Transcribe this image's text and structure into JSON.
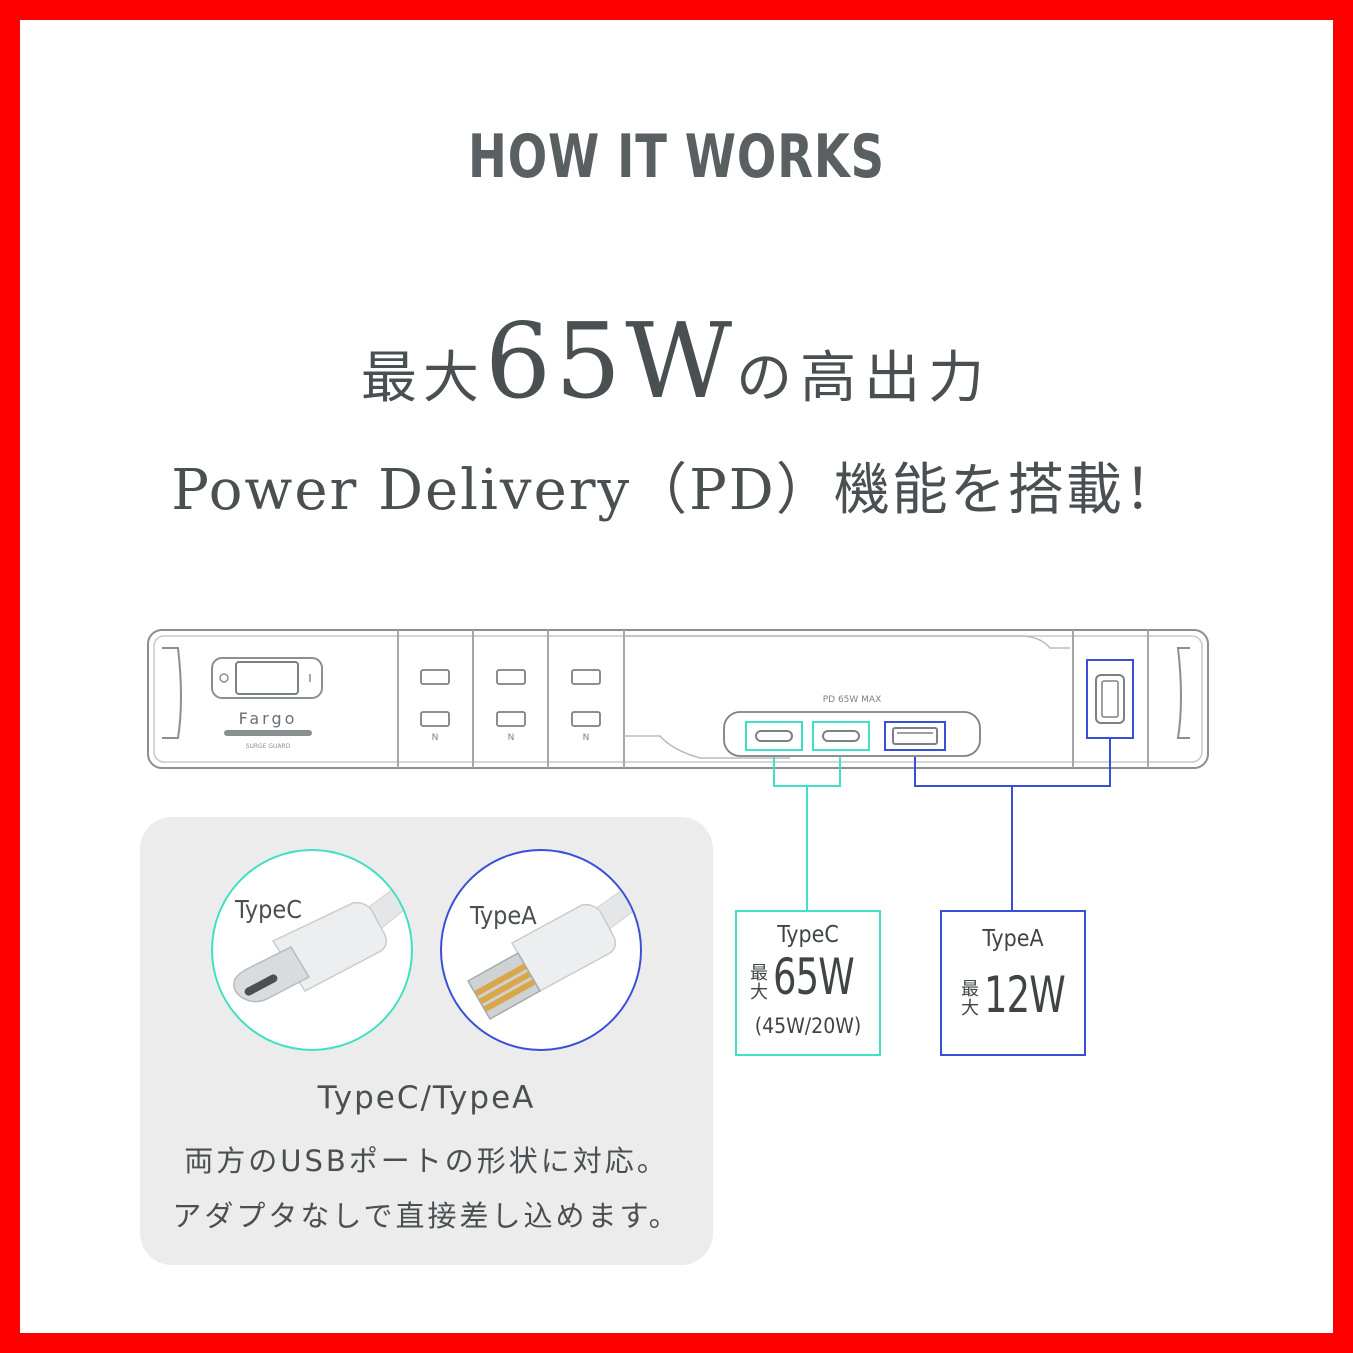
{
  "heading": "HOW IT WORKS",
  "headline": {
    "max_prefix": "最大",
    "watt": "65W",
    "suffix": "の高出力",
    "line2": "Power Delivery（PD）機能を搭載！"
  },
  "device": {
    "brand": "Fargo",
    "surge_label": "SURGE GUARD",
    "pd_label": "PD 65W MAX"
  },
  "connectors": {
    "typec_label": "TypeC",
    "typea_label": "TypeA"
  },
  "panel": {
    "title": "TypeC/TypeA",
    "line1": "両方のUSBポートの形状に対応。",
    "line2": "アダプタなしで直接差し込めます。"
  },
  "spec_typec": {
    "type": "TypeC",
    "max_char1": "最",
    "max_char2": "大",
    "watt": "65W",
    "sub": "(45W/20W)"
  },
  "spec_typea": {
    "type": "TypeA",
    "max_char1": "最",
    "max_char2": "大",
    "watt": "12W"
  },
  "colors": {
    "frame": "#ff0000",
    "typec_accent": "#3fe0c3",
    "typea_accent": "#3a4fd8",
    "text": "#4a4f52",
    "panel_bg": "#ececec"
  }
}
